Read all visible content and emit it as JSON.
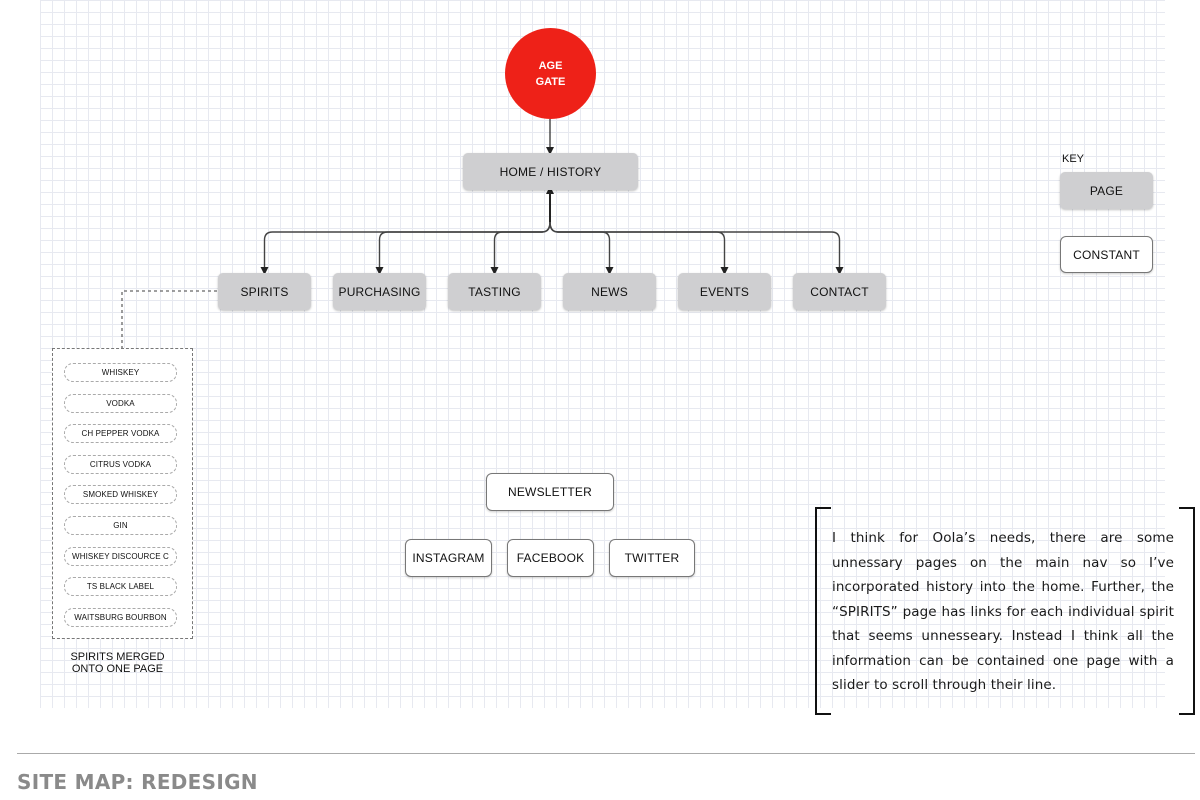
{
  "age_gate": {
    "label": "AGE GATE",
    "color": "#ee2118"
  },
  "home": {
    "label": "HOME / HISTORY"
  },
  "nav": [
    "SPIRITS",
    "PURCHASING",
    "TASTING",
    "NEWS",
    "EVENTS",
    "CONTACT"
  ],
  "key": {
    "title": "KEY",
    "page_label": "PAGE",
    "constant_label": "CONSTANT"
  },
  "spirits": {
    "items": [
      "WHISKEY",
      "VODKA",
      "CH PEPPER  VODKA",
      "CITRUS VODKA",
      "SMOKED WHISKEY",
      "GIN",
      "WHISKEY DISCOURCE C",
      "TS BLACK LABEL",
      "WAITSBURG BOURBON"
    ],
    "caption_line1": "SPIRITS MERGED",
    "caption_line2": "ONTO ONE PAGE"
  },
  "constants": {
    "newsletter": "NEWSLETTER",
    "instagram": "INSTAGRAM",
    "facebook": "FACEBOOK",
    "twitter": "TWITTER"
  },
  "note": "I think for Oola’s needs, there are some unnessary pages on the main nav so I’ve incorporated history into the home. Further, the “SPIRITS” page has links for each individual spirit that seems unnesseary. Instead I think all the information can be contained one page with a slider to scroll through their line.",
  "footer": {
    "title": "SITE MAP: REDESIGN"
  },
  "colors": {
    "page_fill": "#cfcfd1",
    "constant_border": "#777777",
    "accent": "#ee2118",
    "footer_text": "#8a8a8a"
  }
}
